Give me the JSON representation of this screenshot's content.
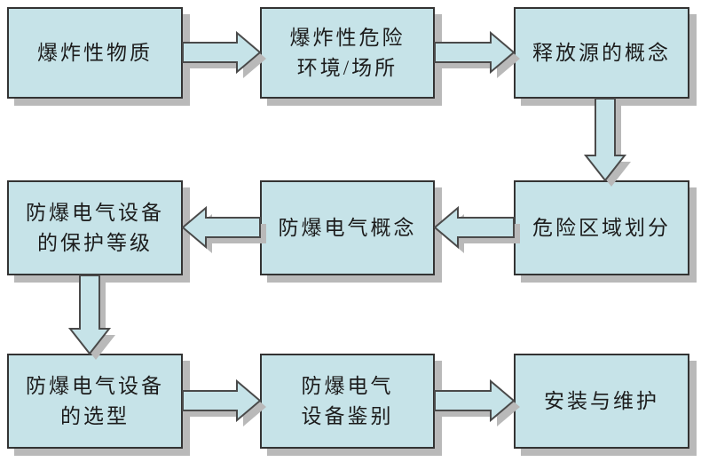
{
  "diagram": {
    "type": "flowchart",
    "background": "#ffffff",
    "node_style": {
      "fill": "#c6e3e8",
      "border_color": "#333333",
      "shadow_color": "#b9b9b9",
      "text_color": "#1c1c1c"
    },
    "nodes": [
      {
        "id": "explosive-substances",
        "label": "爆炸性物质"
      },
      {
        "id": "explosive-hazard-environment",
        "label": "爆炸性危险\n环境/场所"
      },
      {
        "id": "release-source-concept",
        "label": "释放源的概念"
      },
      {
        "id": "hazardous-area-classification",
        "label": "危险区域划分"
      },
      {
        "id": "explosion-proof-electrical-concept",
        "label": "防爆电气概念"
      },
      {
        "id": "equipment-protection-level",
        "label": "防爆电气设备\n的保护等级"
      },
      {
        "id": "equipment-selection",
        "label": "防爆电气设备\n的选型"
      },
      {
        "id": "equipment-identification",
        "label": "防爆电气\n设备鉴别"
      },
      {
        "id": "installation-maintenance",
        "label": "安装与维护"
      }
    ],
    "connectors": [
      {
        "from": "爆炸性物质",
        "to": "爆炸性危险环境/场所",
        "direction": "right"
      },
      {
        "from": "爆炸性危险环境/场所",
        "to": "释放源的概念",
        "direction": "right"
      },
      {
        "from": "释放源的概念",
        "to": "危险区域划分",
        "direction": "down"
      },
      {
        "from": "危险区域划分",
        "to": "防爆电气概念",
        "direction": "left"
      },
      {
        "from": "防爆电气概念",
        "to": "防爆电气设备的保护等级",
        "direction": "left"
      },
      {
        "from": "防爆电气设备的保护等级",
        "to": "防爆电气设备的选型",
        "direction": "down"
      },
      {
        "from": "防爆电气设备的选型",
        "to": "防爆电气设备鉴别",
        "direction": "right"
      },
      {
        "from": "防爆电气设备鉴别",
        "to": "安装与维护",
        "direction": "right"
      }
    ]
  }
}
